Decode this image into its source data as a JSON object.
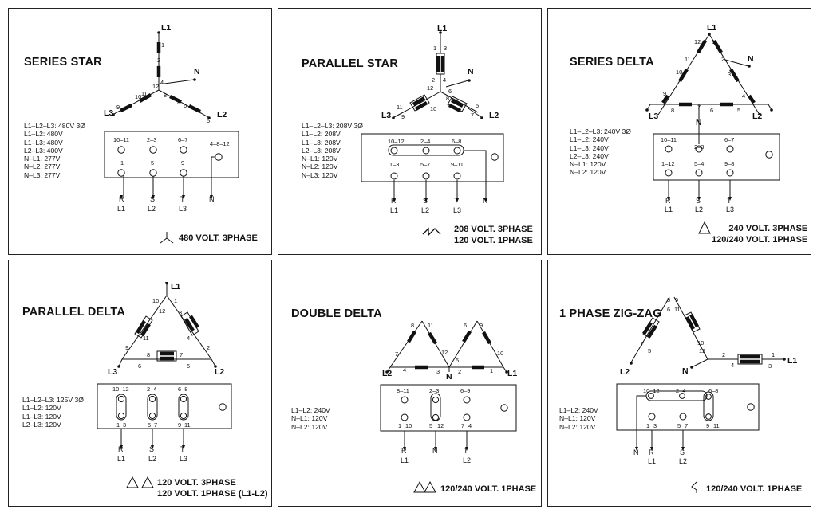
{
  "panels": [
    {
      "title": "SERIES STAR",
      "specs": [
        "L1–L2–L3: 480V 3Ø",
        "L1–L2: 480V",
        "L1–L3: 480V",
        "L2–L3: 400V",
        "N–L1: 277V",
        "N–L2: 277V",
        "N–L3: 277V"
      ],
      "footer": [
        "480 VOLT. 3PHASE"
      ],
      "footer_symbol": "star-symbol",
      "leads": [
        "L1",
        "L2",
        "L3",
        "N"
      ],
      "terminal_labels": [
        "10–11",
        "2–3",
        "6–7",
        "4–8–12",
        "1",
        "5",
        "9"
      ],
      "outputs": [
        "R",
        "S",
        "T",
        "N"
      ],
      "output_lines": [
        "L1",
        "L2",
        "L3"
      ],
      "coil_numbers": [
        "1",
        "2",
        "3",
        "4",
        "5",
        "6",
        "7",
        "8",
        "9",
        "10",
        "11",
        "12"
      ]
    },
    {
      "title": "PARALLEL STAR",
      "specs": [
        "L1–L2–L3: 208V 3Ø",
        "L1–L2: 208V",
        "L1–L3: 208V",
        "L2–L3: 208V",
        "N–L1: 120V",
        "N–L2: 120V",
        "N–L3: 120V"
      ],
      "footer": [
        "208 VOLT. 3PHASE",
        "120 VOLT. 1PHASE"
      ],
      "footer_symbol": "double-star-symbol",
      "leads": [
        "L1",
        "L2",
        "L3",
        "N"
      ],
      "terminal_labels": [
        "10–12",
        "2–4",
        "6–8",
        "1–3",
        "5–7",
        "9–11"
      ],
      "outputs": [
        "R",
        "S",
        "T",
        "N"
      ],
      "output_lines": [
        "L1",
        "L2",
        "L3"
      ],
      "coil_numbers": [
        "1",
        "2",
        "3",
        "4",
        "5",
        "6",
        "7",
        "8",
        "9",
        "10",
        "11",
        "12"
      ]
    },
    {
      "title": "SERIES DELTA",
      "specs": [
        "L1–L2–L3: 240V 3Ø",
        "L1–L2: 240V",
        "L1–L3: 240V",
        "L2–L3: 240V",
        "N–L1: 120V",
        "N–L2: 120V"
      ],
      "footer": [
        "240 VOLT. 3PHASE",
        "120/240 VOLT. 1PHASE"
      ],
      "footer_symbol": "delta-symbol",
      "leads": [
        "L1",
        "L2",
        "L3",
        "N"
      ],
      "terminal_labels": [
        "10–11",
        "2–3",
        "6–7",
        "1–12",
        "5–4",
        "9–8"
      ],
      "outputs": [
        "R",
        "S",
        "T"
      ],
      "output_lines": [
        "L1",
        "L2",
        "L3"
      ],
      "coil_numbers": [
        "1",
        "2",
        "3",
        "4",
        "5",
        "6",
        "7",
        "8",
        "9",
        "10",
        "11",
        "12"
      ]
    },
    {
      "title": "PARALLEL DELTA",
      "specs": [
        "L1–L2–L3: 125V 3Ø",
        "L1–L2: 120V",
        "L1–L3: 120V",
        "L2–L3: 120V"
      ],
      "footer": [
        "120 VOLT. 3PHASE",
        "120 VOLT. 1PHASE (L1-L2)"
      ],
      "footer_symbol": "double-delta-symbol",
      "leads": [
        "L1",
        "L2",
        "L3"
      ],
      "terminal_labels": [
        "10–12",
        "2–4",
        "6–8"
      ],
      "bottom_pairs": [
        [
          "1",
          "3"
        ],
        [
          "5",
          "7"
        ],
        [
          "9",
          "11"
        ]
      ],
      "outputs": [
        "R",
        "S",
        "T"
      ],
      "output_lines": [
        "L1",
        "L2",
        "L3"
      ],
      "coil_numbers": [
        "1",
        "2",
        "3",
        "4",
        "5",
        "6",
        "7",
        "8",
        "9",
        "10",
        "11",
        "12"
      ]
    },
    {
      "title": "DOUBLE DELTA",
      "specs": [
        "L1–L2: 240V",
        "N–L1: 120V",
        "N–L2: 120V"
      ],
      "footer": [
        "120/240 VOLT. 1PHASE"
      ],
      "footer_symbol": "double-delta-symbol",
      "leads": [
        "L1",
        "L2",
        "N"
      ],
      "terminal_labels": [
        "8–11",
        "2–3",
        "6–9"
      ],
      "bottom_pairs": [
        [
          "1",
          "10"
        ],
        [
          "5",
          "12"
        ],
        [
          "7",
          "4"
        ]
      ],
      "outputs": [
        "R",
        "N",
        "T"
      ],
      "output_lines": [
        "L1",
        "",
        "L2"
      ],
      "coil_numbers": [
        "1",
        "2",
        "3",
        "4",
        "5",
        "6",
        "7",
        "8",
        "9",
        "10",
        "11",
        "12"
      ]
    },
    {
      "title": "1 PHASE ZIG-ZAG",
      "specs": [
        "L1–L2: 240V",
        "N–L1: 120V",
        "N–L2: 120V"
      ],
      "footer": [
        "120/240 VOLT. 1PHASE"
      ],
      "footer_symbol": "zigzag-symbol",
      "leads": [
        "L1",
        "L2",
        "N"
      ],
      "terminal_labels": [
        "10–12",
        "2–4",
        "6–8"
      ],
      "bottom_pairs": [
        [
          "1",
          "3"
        ],
        [
          "5",
          "7"
        ],
        [
          "9",
          "11"
        ]
      ],
      "outputs": [
        "N",
        "R",
        "S"
      ],
      "output_lines": [
        "",
        "L1",
        "L2"
      ],
      "coil_numbers": [
        "1",
        "2",
        "3",
        "4",
        "5",
        "6",
        "7",
        "8",
        "9",
        "10",
        "11",
        "12"
      ]
    }
  ]
}
